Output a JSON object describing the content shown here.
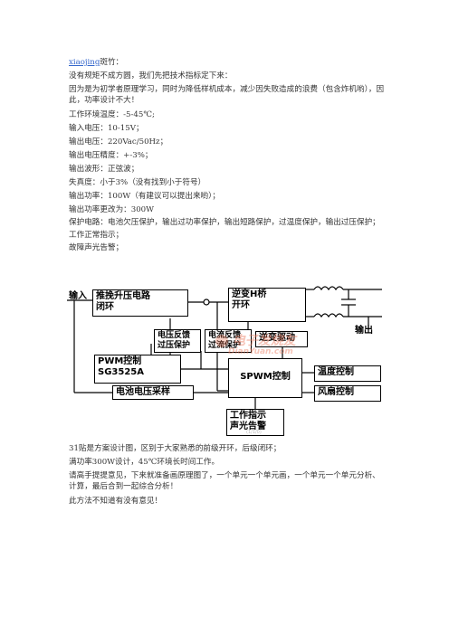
{
  "header": {
    "author_link": "xiaojing",
    "greeting_suffix": "斑竹："
  },
  "paragraphs": [
    "没有规矩不成方圆，我们先把技术指标定下来：",
    "因为是为初学者原理学习，同时为降低样机成本，减少因失败造成的浪费（包含炸机哟），因此，功率设计不大！",
    "工作环境温度：-5-45℃;",
    "输入电压：10-15V；",
    "输出电压：220Vac/50Hz；",
    "输出电压精度：+-3%；",
    "输出波形：正弦波；",
    "失真度：小于3%（没有找到小于符号）",
    "输出功率：100W（有建议可以提出来哟）；",
    "输出功率更改为：300W",
    "保护电路：电池欠压保护，输出过功率保护，输出短路保护，过温度保护，输出过压保护；",
    "工作正常指示；",
    "故障声光告警；"
  ],
  "diagram": {
    "input_label": "输入",
    "output_label": "输出",
    "blocks": {
      "boost": "推挽升压电路\n闭环",
      "inverter": "逆变H桥\n开环",
      "vfb": "电压反馈\n过压保护",
      "ifb": "电流反馈\n过流保护",
      "drive": "逆变驱动",
      "pwm": "PWM控制\nSG3525A",
      "spwm": "SPWM控制",
      "temp": "温度控制",
      "fan": "风扇控制",
      "battery": "电池电压采样",
      "indicator": "工作指示\n声光告警"
    },
    "watermark_cn": "电子发烧友",
    "watermark_en": "DianYuan.com",
    "caption": "(1/1/0)"
  },
  "after": [
    "31贴是方案设计图，区别于大家熟悉的前级开环，后级闭环；",
    "满功率300W设计，45℃环境长时间工作。",
    "请高手提提意见，下来就准备画原理图了，一个单元一个单元画，一个单元一个单元分析、计算，最后合到一起综合分析！",
    "此方法不知道有没有意见！"
  ]
}
